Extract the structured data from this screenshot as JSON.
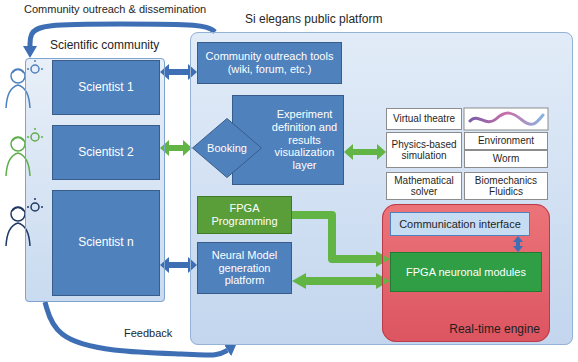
{
  "diagram": {
    "nodes": [
      {
        "text": [
          "Scientific community"
        ]
      },
      {
        "text": [
          "Scientist 1"
        ],
        "in": 0
      },
      {
        "text": [
          "Scientist 2"
        ],
        "in": 0
      },
      {
        "text": [
          "Scientist n"
        ],
        "in": 0
      },
      {
        "text": [
          "Si elegans public platform"
        ]
      },
      {
        "text": [
          "Community outreach tools (wiki, forum, etc.)"
        ],
        "in": 4
      },
      {
        "text": [
          "Booking"
        ],
        "in": 4
      },
      {
        "text": [
          "Experiment definition and results visualization layer"
        ],
        "in": 4
      },
      {
        "text": [
          "FPGA Programming"
        ],
        "in": 4
      },
      {
        "text": [
          "Neural Model generation platform"
        ],
        "in": 4
      },
      {
        "text": [
          "Virtual theatre"
        ],
        "in": 4
      },
      {
        "text": [
          "Physics-based simulation"
        ],
        "in": 4
      },
      {
        "text": [
          "Environment"
        ],
        "in": 4
      },
      {
        "text": [
          "Worm"
        ],
        "in": 4
      },
      {
        "text": [
          "Mathematical solver"
        ],
        "in": 4
      },
      {
        "text": [
          "Biomechanics Fluidics"
        ],
        "in": 4
      },
      {
        "text": [
          "Real-time engine"
        ],
        "in": 4
      },
      {
        "text": [
          "Communication interface"
        ],
        "in": 16
      },
      {
        "text": [
          "FPGA neuronal modules"
        ],
        "in": 16
      }
    ],
    "edges": [
      {
        "from": 4,
        "to": 0,
        "arrow": "to",
        "label": "Community outreach & dissemination"
      },
      {
        "from": 1,
        "to": 5,
        "arrow": "both"
      },
      {
        "from": 2,
        "to": 6,
        "arrow": "both"
      },
      {
        "from": 3,
        "to": 9,
        "arrow": "both"
      },
      {
        "from": 7,
        "to": 11,
        "arrow": "both"
      },
      {
        "from": 9,
        "to": 18,
        "arrow": "both"
      },
      {
        "from": 8,
        "to": 18,
        "arrow": "to"
      },
      {
        "from": 17,
        "to": 18,
        "arrow": "both"
      },
      {
        "from": 0,
        "to": 4,
        "arrow": "to",
        "label": "Feedback"
      }
    ]
  }
}
